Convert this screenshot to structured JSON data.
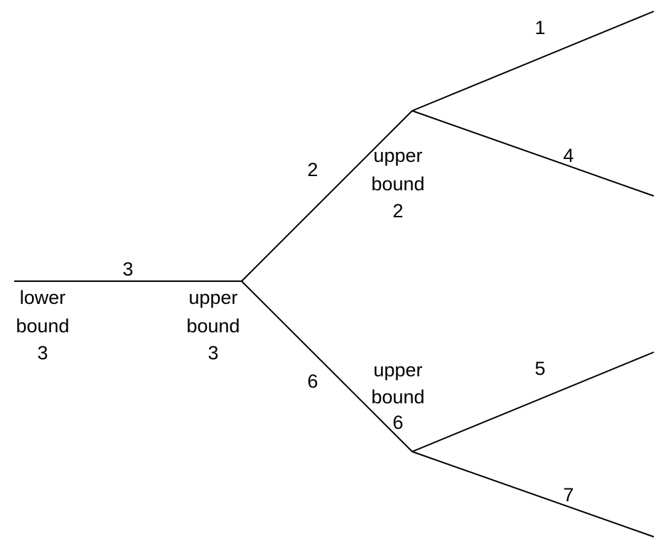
{
  "tree": {
    "edge_labels": {
      "root": "3",
      "to_top": "2",
      "to_bottom": "6",
      "top_up": "1",
      "top_down": "4",
      "bottom_up": "5",
      "bottom_down": "7"
    },
    "node_labels": {
      "root_left": [
        "lower",
        "bound",
        "3"
      ],
      "root_right": [
        "upper",
        "bound",
        "3"
      ],
      "top_node": [
        "upper",
        "bound",
        "2"
      ],
      "bottom_node": [
        "upper",
        "bound",
        "6"
      ]
    }
  }
}
